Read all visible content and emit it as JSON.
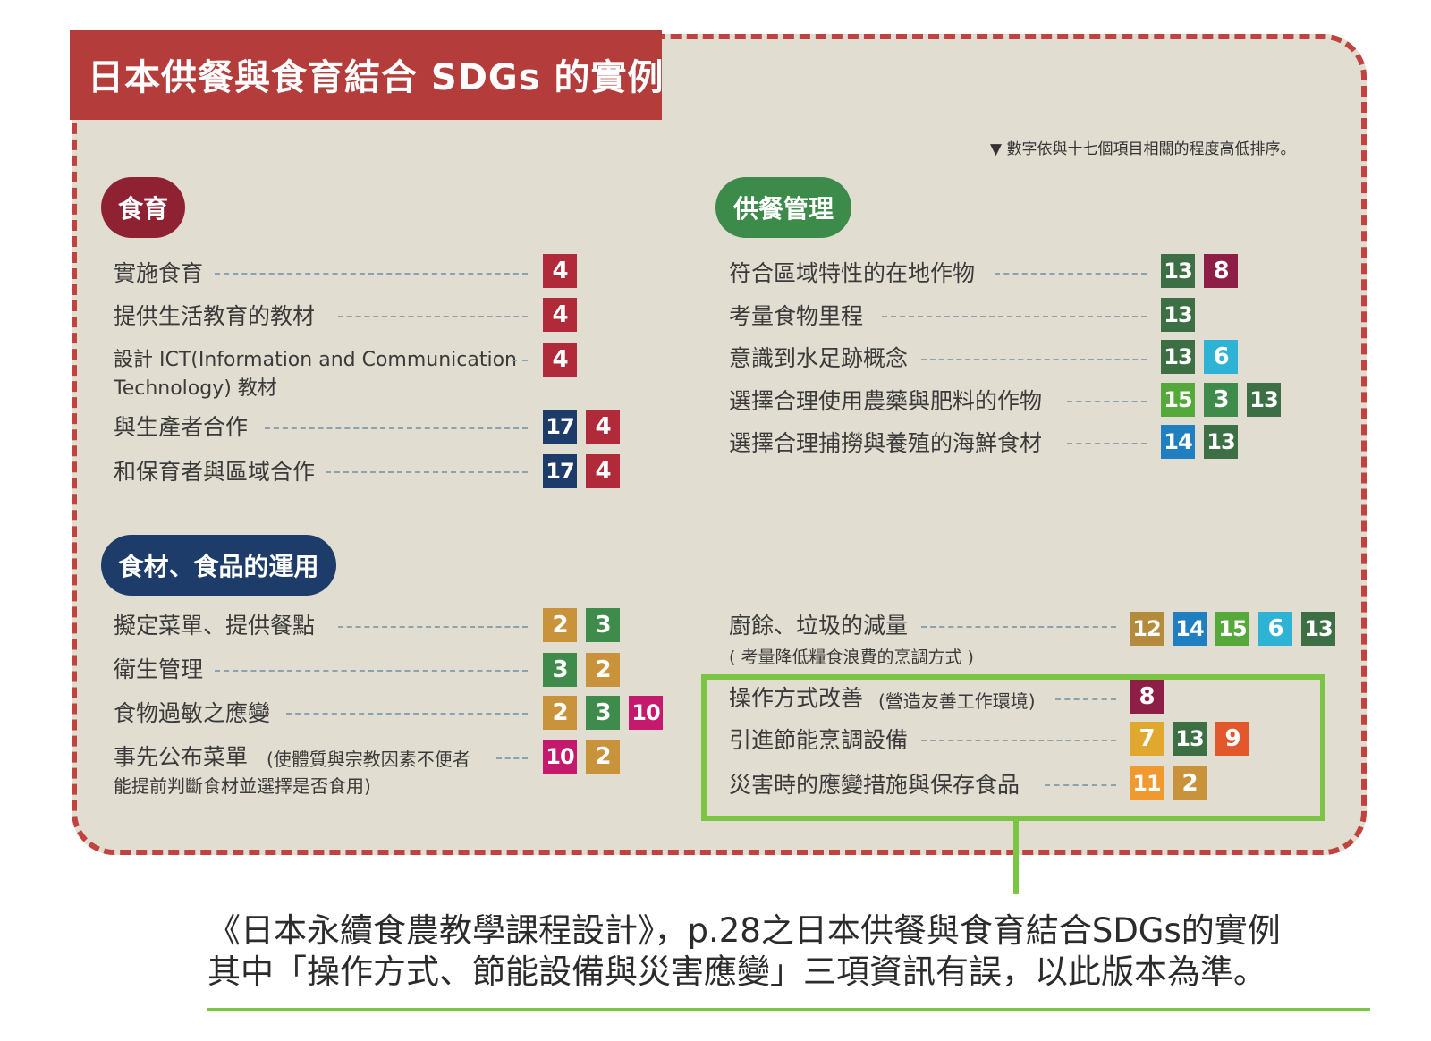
{
  "title": "日本供餐與食育結合 SDGs 的實例",
  "note": "▼ 數字依與十七個項目相關的程度高低排序。",
  "colors": {
    "sdg": {
      "2": "#c9933b",
      "3": "#3f8b4c",
      "4": "#b12a3a",
      "6": "#2fb3d4",
      "7": "#e0a82e",
      "8": "#8d1e45",
      "9": "#e2572c",
      "10": "#c4196c",
      "11": "#f0992f",
      "12": "#b48a3d",
      "13": "#3d6f45",
      "14": "#1f7fc0",
      "15": "#55a83a",
      "17": "#1d3c6a"
    },
    "frame": "#c0433f",
    "highlight": "#7cc443"
  },
  "sections": {
    "shokuiku": {
      "pill": "食育",
      "items": [
        {
          "label": "實施食育",
          "sdgs": [
            "4"
          ]
        },
        {
          "label": "提供生活教育的教材",
          "sdgs": [
            "4"
          ]
        },
        {
          "label": "設計 ICT(Information and Communication",
          "label2": "Technology) 教材",
          "sdgs": [
            "4"
          ]
        },
        {
          "label": "與生產者合作",
          "sdgs": [
            "17",
            "4"
          ]
        },
        {
          "label": "和保育者與區域合作",
          "sdgs": [
            "17",
            "4"
          ]
        }
      ]
    },
    "kyushoku": {
      "pill": "供餐管理",
      "items": [
        {
          "label": "符合區域特性的在地作物",
          "sdgs": [
            "13",
            "8"
          ]
        },
        {
          "label": "考量食物里程",
          "sdgs": [
            "13"
          ]
        },
        {
          "label": "意識到水足跡概念",
          "sdgs": [
            "13",
            "6"
          ]
        },
        {
          "label": "選擇合理使用農藥與肥料的作物",
          "sdgs": [
            "15",
            "3",
            "13"
          ]
        },
        {
          "label": "選擇合理捕撈與養殖的海鮮食材",
          "sdgs": [
            "14",
            "13"
          ]
        }
      ]
    },
    "ingredients": {
      "pill": "食材、食品的運用",
      "items": [
        {
          "label": "擬定菜單、提供餐點",
          "sdgs": [
            "2",
            "3"
          ]
        },
        {
          "label": "衛生管理",
          "sdgs": [
            "3",
            "2"
          ]
        },
        {
          "label": "食物過敏之應變",
          "sdgs": [
            "2",
            "3",
            "10"
          ]
        },
        {
          "label": "事先公布菜單",
          "label_small": "(使體質與宗教因素不便者",
          "label2": "能提前判斷食材並選擇是否食用)",
          "sdgs": [
            "10",
            "2"
          ]
        }
      ]
    },
    "kitchen": {
      "items": [
        {
          "label": "廚餘、垃圾的減量",
          "label2": "( 考量降低糧食浪費的烹調方式 )",
          "sdgs": [
            "12",
            "14",
            "15",
            "6",
            "13"
          ]
        },
        {
          "label": "操作方式改善",
          "label_small": "(營造友善工作環境)",
          "sdgs": [
            "8"
          ]
        },
        {
          "label": "引進節能烹調設備",
          "sdgs": [
            "7",
            "13",
            "9"
          ]
        },
        {
          "label": "災害時的應變措施與保存食品",
          "sdgs": [
            "11",
            "2"
          ]
        }
      ]
    }
  },
  "caption": {
    "line1": "《日本永續食農教學課程設計》，p.28之日本供餐與食育結合SDGs的實例",
    "line2": "其中「操作方式、節能設備與災害應變」三項資訊有誤，以此版本為準。"
  }
}
